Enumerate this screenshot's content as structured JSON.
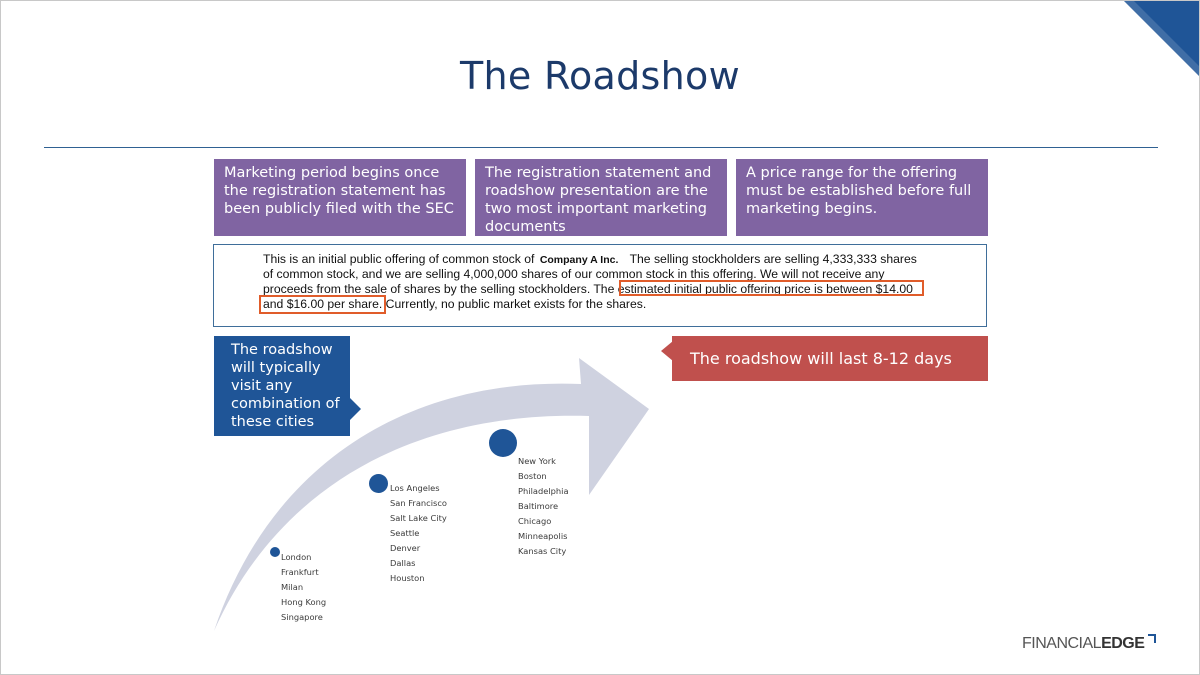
{
  "slide": {
    "title": "The Roadshow",
    "accent_color": "#1f5597",
    "purple_color": "#8064a2",
    "red_color": "#c0504d",
    "highlight_color": "#e05c2a"
  },
  "purple_boxes": [
    {
      "text": "Marketing period begins once the registration statement has been publicly filed with the SEC"
    },
    {
      "text": "The registration statement and roadshow presentation are the two most important marketing documents"
    },
    {
      "text": "A price range for the offering must be established before full marketing begins."
    }
  ],
  "prospectus": {
    "line1_a": "This is an initial public offering of common stock of",
    "company": "Company A Inc.",
    "line1_b": "The selling stockholders are selling 4,333,333 shares",
    "line2": "of common stock, and we are selling 4,000,000 shares of our common stock in this offering. We will not receive any",
    "line3_a": "proceeds from the sale of shares by the selling stockholders. The",
    "line3_b": "estimated initial public offering price is between $14.00",
    "line4_a": "and $16.00 per share.",
    "line4_b": "Currently, no public market exists for the shares."
  },
  "callouts": {
    "cities_text": "The roadshow will typically visit any combination of these cities",
    "duration_text": "The roadshow will last 8-12 days"
  },
  "city_groups": [
    {
      "cities": [
        "London",
        "Frankfurt",
        "Milan",
        "Hong Kong",
        "Singapore"
      ]
    },
    {
      "cities": [
        "Los Angeles",
        "San Francisco",
        "Salt Lake City",
        "Seattle",
        "Denver",
        "Dallas",
        "Houston"
      ]
    },
    {
      "cities": [
        "New York",
        "Boston",
        "Philadelphia",
        "Baltimore",
        "Chicago",
        "Minneapolis",
        "Kansas City"
      ]
    }
  ],
  "logo": {
    "part1": "FINANCIAL",
    "part2": "EDGE"
  }
}
